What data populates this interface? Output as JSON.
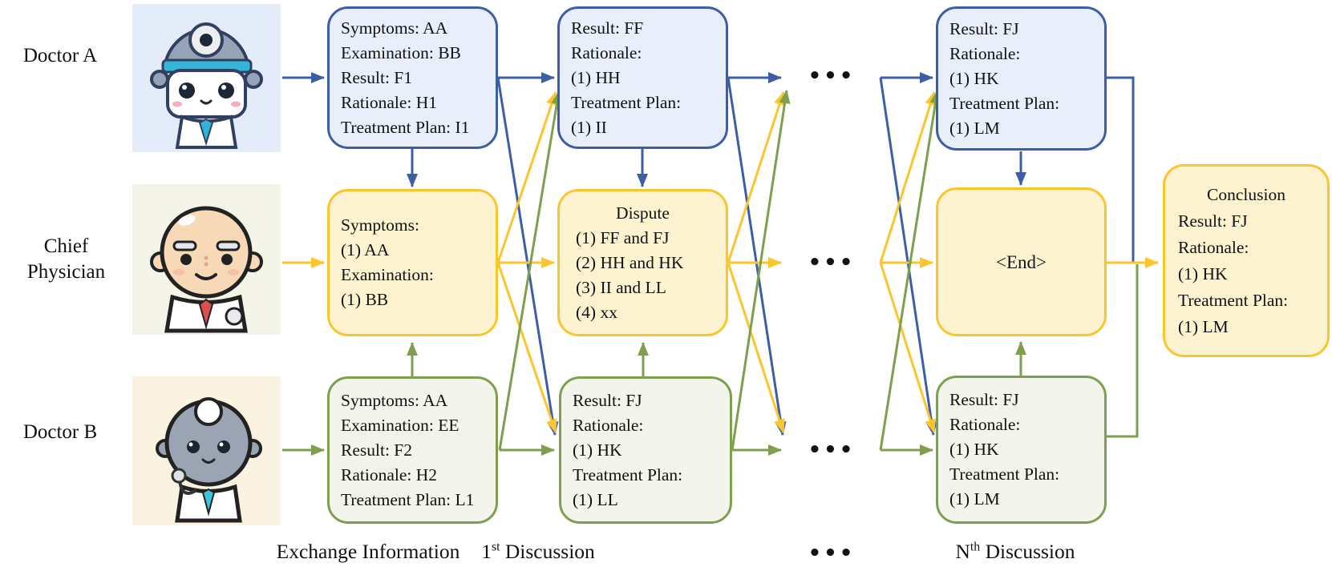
{
  "colors": {
    "blue": "#3b5ea6",
    "blue-fill": "#e9effa",
    "yellow": "#fbc62d",
    "yellow-fill": "#fdf3d0",
    "green": "#7d9f4e",
    "green-fill": "#f3f5ec",
    "text": "#111111",
    "bg": "#ffffff",
    "avatar-a-bg": "#e3ecf8",
    "avatar-chief-bg": "#f5f4e8",
    "avatar-b-bg": "#fbf3e2"
  },
  "rows": {
    "doctor_a": "Doctor A",
    "chief_line1": "Chief",
    "chief_line2": "Physician",
    "doctor_b": "Doctor B"
  },
  "avatars": {
    "doctor_a": "robot-doctor-blue-icon",
    "chief": "elder-physician-icon",
    "doctor_b": "robot-doctor-gray-icon"
  },
  "boxes": {
    "a1": {
      "lines": [
        "Symptoms: AA",
        "Examination: BB",
        "Result: F1",
        "Rationale: H1",
        "Treatment Plan: I1"
      ]
    },
    "c1": {
      "lines": [
        "Symptoms:",
        "(1) AA",
        "Examination:",
        "(1) BB"
      ]
    },
    "b1": {
      "lines": [
        "Symptoms: AA",
        "Examination: EE",
        "Result: F2",
        "Rationale: H2",
        "Treatment Plan: L1"
      ]
    },
    "a2": {
      "lines": [
        "Result: FF",
        "Rationale:",
        "(1) HH",
        "Treatment Plan:",
        "(1) II"
      ]
    },
    "c2": {
      "title": "Dispute",
      "lines": [
        "(1) FF and FJ",
        "(2) HH and HK",
        "(3) II and LL",
        "(4) xx"
      ]
    },
    "b2": {
      "lines": [
        "Result: FJ",
        "Rationale:",
        "(1) HK",
        "Treatment Plan:",
        "(1) LL"
      ]
    },
    "a3": {
      "lines": [
        "Result: FJ",
        "Rationale:",
        "(1) HK",
        "Treatment Plan:",
        "(1) LM"
      ]
    },
    "c3": {
      "title": "<End>"
    },
    "b3": {
      "lines": [
        "Result: FJ",
        "Rationale:",
        "(1) HK",
        "Treatment Plan:",
        "(1) LM"
      ]
    },
    "conclusion": {
      "title": "Conclusion",
      "lines": [
        "Result: FJ",
        "Rationale:",
        "(1) HK",
        "Treatment Plan:",
        "(1) LM"
      ]
    }
  },
  "ellipsis": "•••",
  "captions": {
    "col1": "Exchange Information",
    "col2_num": "1",
    "col2_sup": "st",
    "col2_rest": " Discussion",
    "mid": "•••",
    "col3_num": "N",
    "col3_sup": "th",
    "col3_rest": " Discussion"
  }
}
